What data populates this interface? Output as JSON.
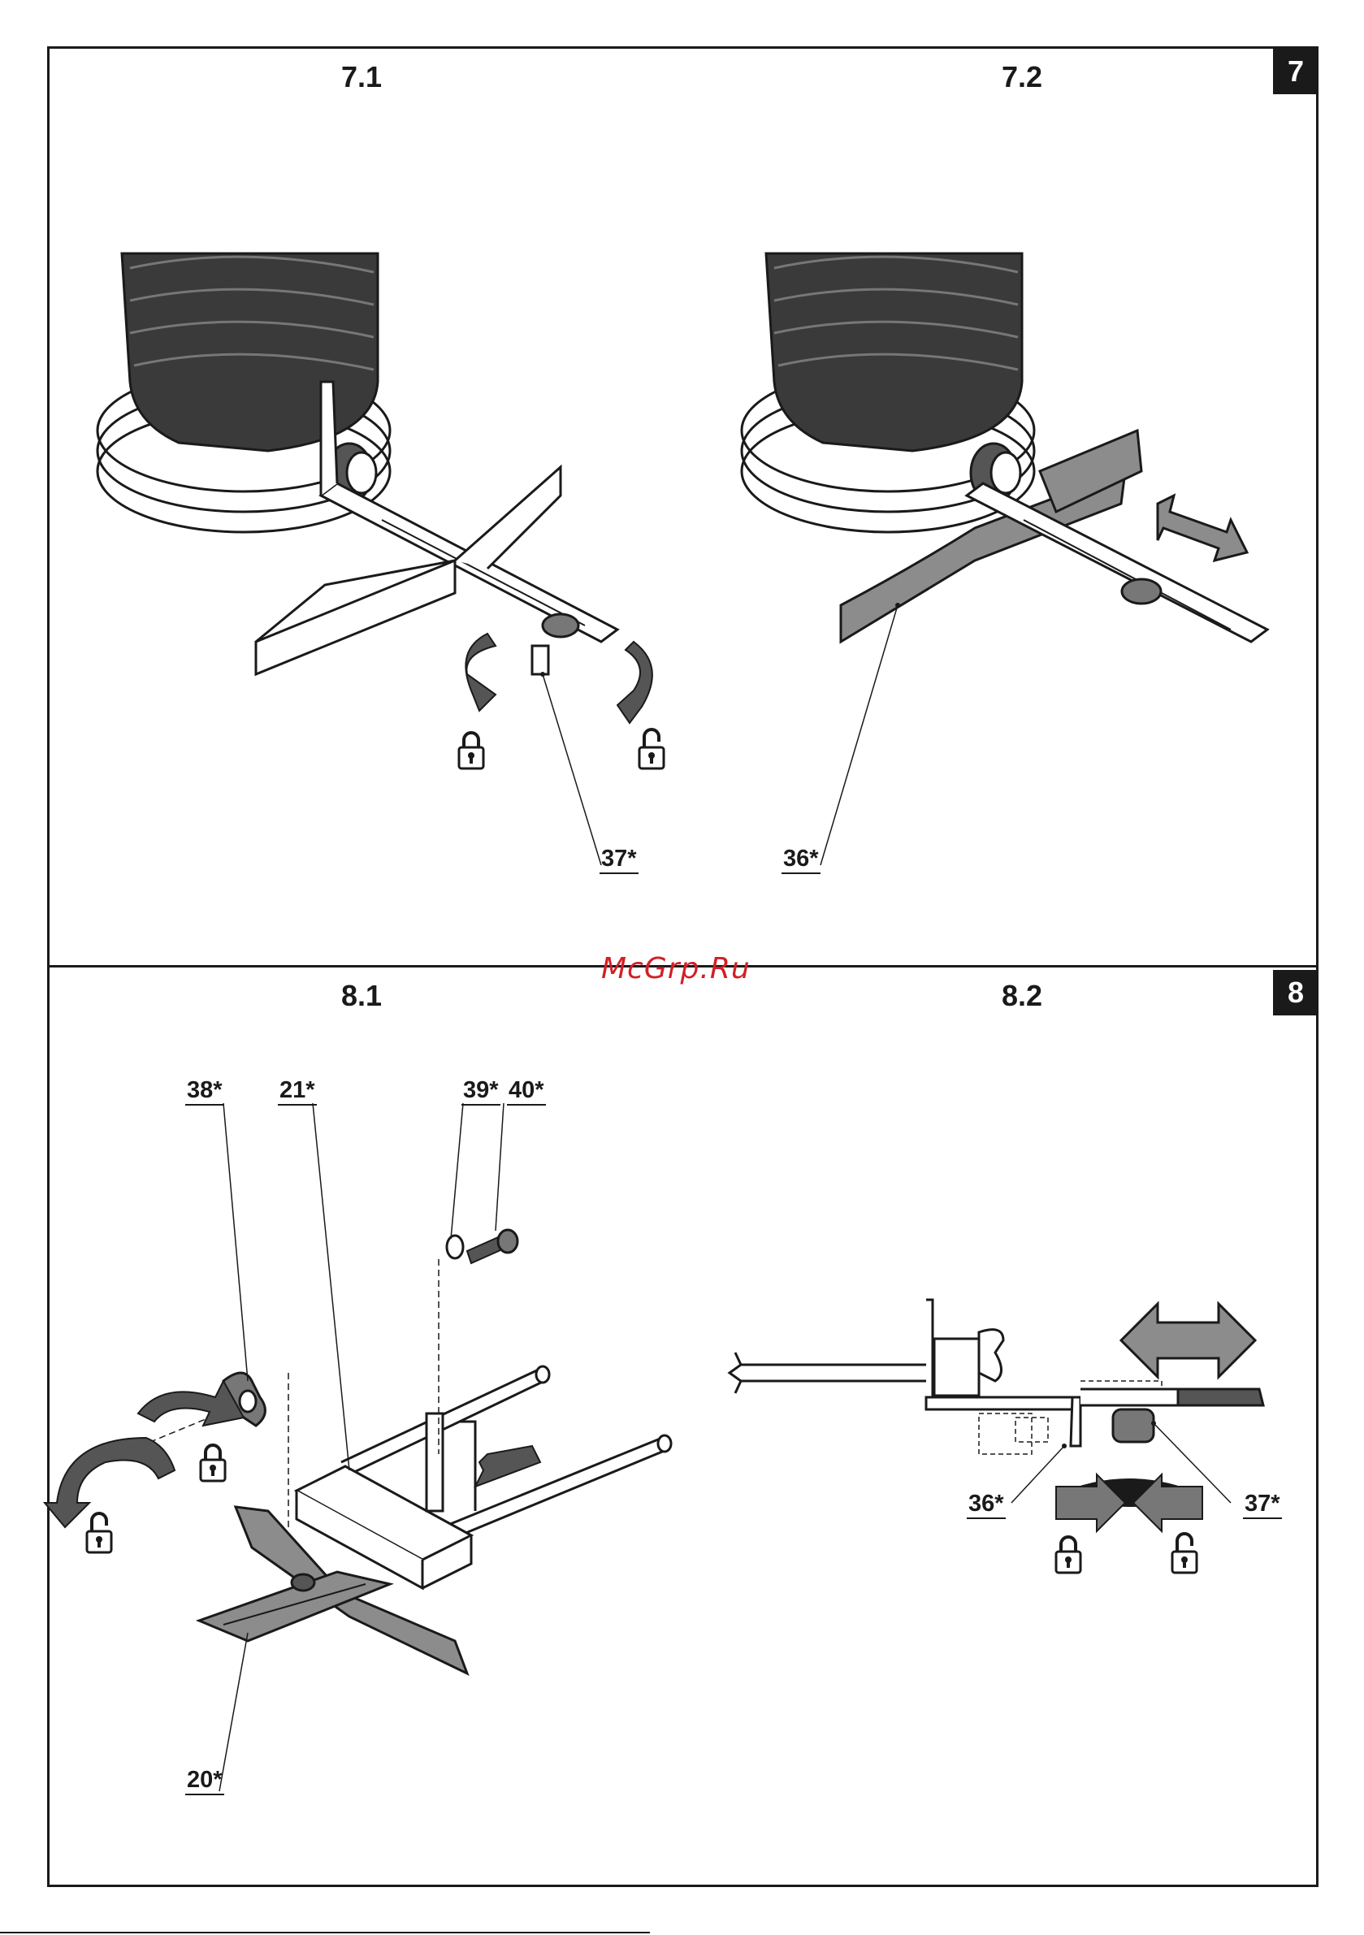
{
  "sections": [
    {
      "badge": "7",
      "panels": [
        {
          "title": "7.1"
        },
        {
          "title": "7.2"
        }
      ]
    },
    {
      "badge": "8",
      "panels": [
        {
          "title": "8.1"
        },
        {
          "title": "8.2"
        }
      ]
    }
  ],
  "watermark": "McGrp.Ru",
  "callouts": {
    "p71": [
      "37*"
    ],
    "p72": [
      "36*"
    ],
    "p81": [
      "38*",
      "21*",
      "39*",
      "40*",
      "20*"
    ],
    "p82": [
      "36*",
      "37*"
    ]
  },
  "icons": [
    "lock-icon",
    "unlock-icon",
    "rotate-arrow-icon",
    "double-arrow-icon",
    "insert-arrow-icon"
  ],
  "colors": {
    "ink": "#1a1a1a",
    "grey_part": "#8c8c8c",
    "dark_body": "#3a3a3a",
    "watermark": "#d21f26"
  }
}
